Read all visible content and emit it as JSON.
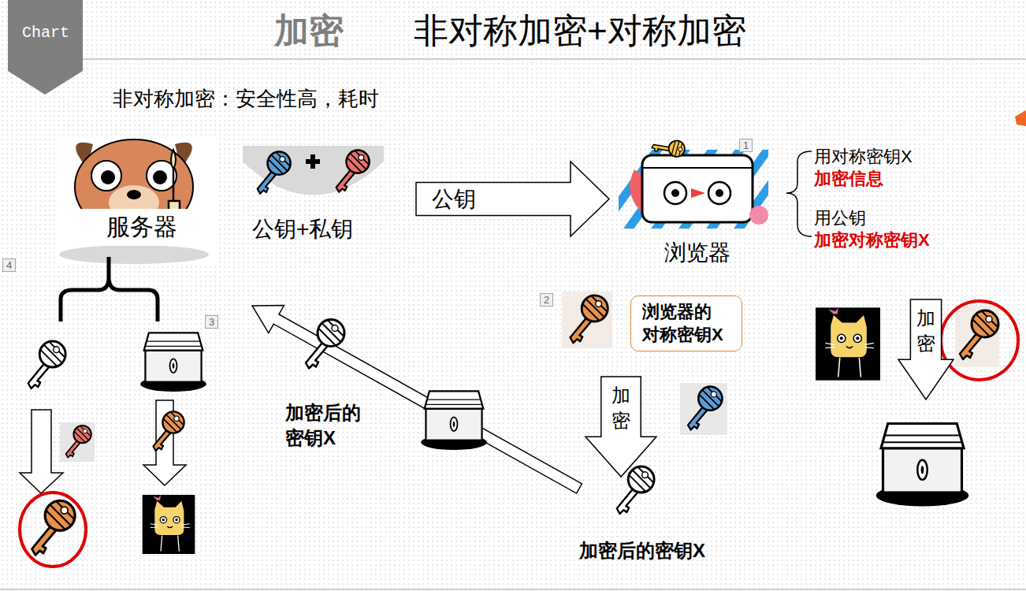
{
  "diagram": {
    "title": "非对称加密+对称加密",
    "nodes": [
      {
        "text": [
          "服务器"
        ]
      },
      {
        "text": [
          "公钥"
        ]
      },
      {
        "text": [
          "浏览器"
        ]
      },
      {
        "text": [
          "浏览器的 对称密钥X"
        ]
      },
      {
        "text": [
          "加密"
        ]
      },
      {
        "text": [
          "加密"
        ]
      }
    ],
    "labels": [
      "Chart",
      "加密",
      "非对称加密：安全性高，耗时",
      "公钥+私钥",
      "1",
      "用对称密钥X",
      "加密信息",
      "用公钥",
      "加密对称密钥X",
      "4",
      "2",
      "3",
      "加密后的 密钥X",
      "加密后的密钥X"
    ]
  }
}
